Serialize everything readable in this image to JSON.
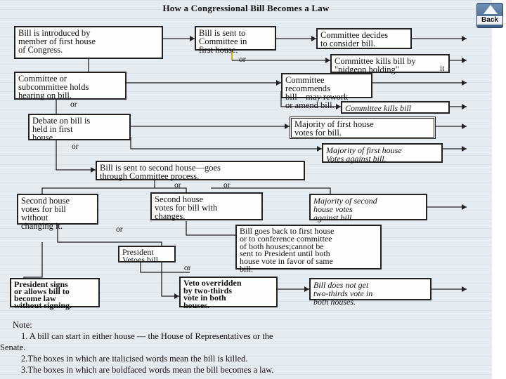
{
  "title": "How a Congressional Bill Becomes a Law",
  "back_button": {
    "label": "Back",
    "icon": "up-arrow-icon"
  },
  "boxes": {
    "b1": "Bill is introduced by\nmember of first house\nof Congress.",
    "b2": "Bill is sent to\nCommittee in\nfirst house.",
    "b3": "Committee decides\nto consider bill.",
    "b4": "Committee kills bill by\n\"pidgeon holding\"",
    "b5": "Committee or\nsubcommittee holds\nhearing on bill.",
    "b6": "Committee recommends\nbill—may rework\nor amend bill.",
    "b7": "Committee kills bill",
    "b8": "Debate on bill is\nheld in first\nhouse.",
    "b9": "Majority of first house\nvotes for bill.",
    "b10": "Majority of first house\nVotes against bill.",
    "b11": "Bill is sent to second house—goes\nthrough Committee process.",
    "b12": "Second house\nvotes for bill\nwithout\nchanging it.",
    "b13": "Second house\nvotes for bill with\nchanges.",
    "b14": "Majority of second\nhouse votes\nagainst bill.",
    "b15": "Bill goes back to first house\nor to conference committee\nof both houses;cannot be\nsent to President until both\nhouse vote in favor of same\nbill.",
    "b16": "President\nVetoes bill.",
    "b17": "President signs\nor allows bill to\nbecome law\nwithout signing.",
    "b18": "Veto overridden\nby two-thirds\nvote in both\nhouses.",
    "b19": "Bill does not get\ntwo-thirds vote in\nboth houses."
  },
  "or_label": "or",
  "stray_text": "it",
  "notes": {
    "heading": "Note:",
    "n1": "1. A bill can start in either house — the House of Representatives or the",
    "n1b": "Senate.",
    "n2": "2.The boxes in which are italicised words mean the bill is killed.",
    "n3": "3.The boxes in which are boldfaced words mean the bill becomes a law."
  },
  "colors": {
    "background": "#e4ebf1",
    "box_fill": "#fdfdfb",
    "ink": "#111111",
    "highlight_line": "#c8b400"
  }
}
